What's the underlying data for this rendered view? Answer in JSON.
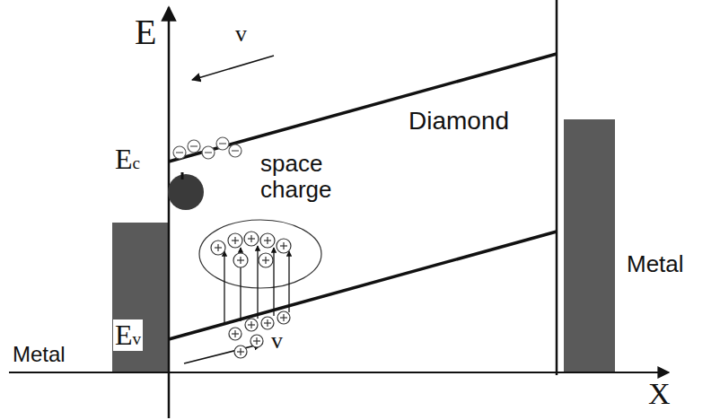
{
  "diagram": {
    "labels": [
      "E",
      "v",
      "Ec",
      "Diamond",
      "space charge",
      "Metal",
      "Ev",
      "v",
      "Metal",
      "X"
    ]
  }
}
